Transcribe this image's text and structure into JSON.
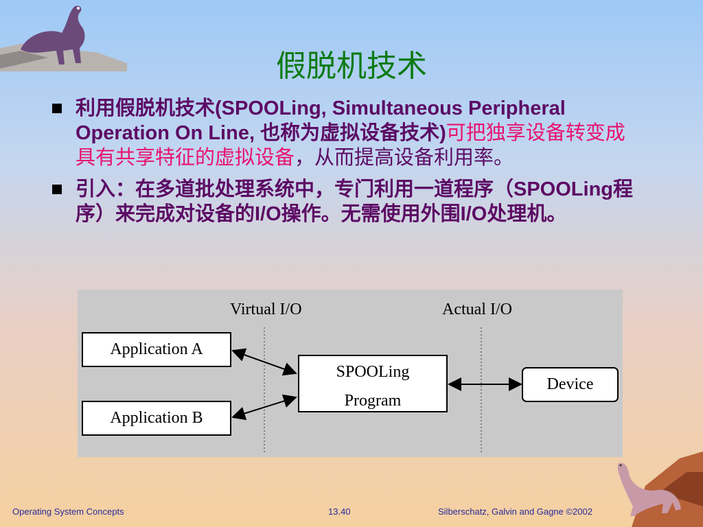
{
  "slide": {
    "title": "假脱机技术",
    "bullets": [
      {
        "segments": [
          "利用假脱机技术(SPOOLing, Simultaneous Peripheral Operation On Line, 也称为虚拟设备技术)",
          "可把独享设备转变成具有共享特征的虚拟设备",
          "，从而提高设备利用率。"
        ]
      },
      {
        "segments": [
          "引入：在多道批处理系统中，专门利用一道程序（SPOOLing程序）来完成对设备的I/O操作。无需使用外围I/O处理机。"
        ]
      }
    ]
  },
  "diagram": {
    "virtual_label": "Virtual I/O",
    "actual_label": "Actual I/O",
    "app_a": "Application A",
    "app_b": "Application B",
    "spooling_line1": "SPOOLing",
    "spooling_line2": "Program",
    "device": "Device"
  },
  "footer": {
    "left": "Operating System Concepts",
    "center": "13.40",
    "right": "Silberschatz, Galvin and  Gagne ©2002"
  },
  "colors": {
    "title": "#0d7a12",
    "body_text": "#5c0a64",
    "highlight": "#e8126e",
    "footer": "#2a2a9a"
  },
  "icons": [
    "dinosaur-top-left-icon",
    "dinosaur-bottom-right-icon",
    "bullet-square-icon"
  ]
}
